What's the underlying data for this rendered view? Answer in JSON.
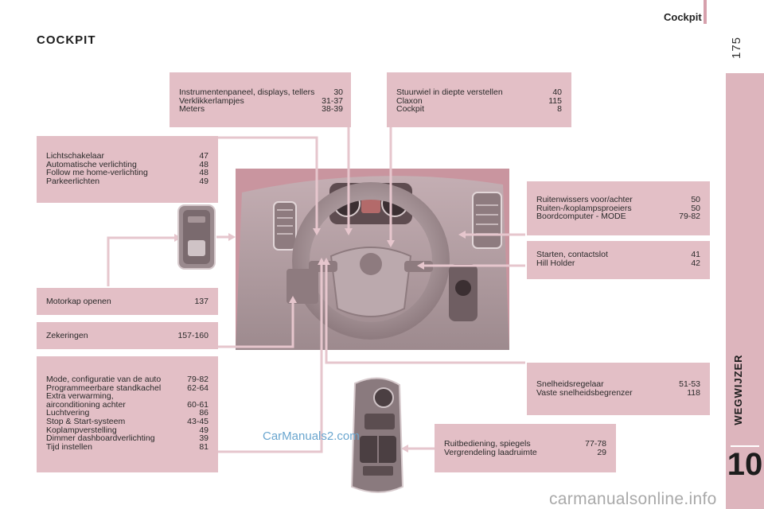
{
  "header": {
    "title": "Cockpit",
    "page_number": "175"
  },
  "side_tab": {
    "title": "WEGWIJZER",
    "chapter_number": "10"
  },
  "section_title": "COCKPIT",
  "boxes": {
    "instruments": [
      {
        "label": "Instrumentenpaneel, displays, tellers",
        "page": "30"
      },
      {
        "label": "Verklikkerlampjes",
        "page": "31-37"
      },
      {
        "label": "Meters",
        "page": "38-39"
      }
    ],
    "steering": [
      {
        "label": "Stuurwiel in diepte verstellen",
        "page": "40"
      },
      {
        "label": "Claxon",
        "page": "115"
      },
      {
        "label": "Cockpit",
        "page": "8"
      }
    ],
    "lights": [
      {
        "label": "Lichtschakelaar",
        "page": "47"
      },
      {
        "label": "Automatische verlichting",
        "page": "48"
      },
      {
        "label": "Follow me home-verlichting",
        "page": "48"
      },
      {
        "label": "Parkeerlichten",
        "page": "49"
      }
    ],
    "wipers": [
      {
        "label": "Ruitenwissers voor/achter",
        "page": "50"
      },
      {
        "label": "Ruiten-/koplampsproeiers",
        "page": "50"
      },
      {
        "label": "Boordcomputer - MODE",
        "page": "79-82"
      }
    ],
    "starting": [
      {
        "label": "Starten, contactslot",
        "page": "41"
      },
      {
        "label": "Hill Holder",
        "page": "42"
      }
    ],
    "bonnet": [
      {
        "label": "Motorkap openen",
        "page": "137"
      }
    ],
    "fuses": [
      {
        "label": "Zekeringen",
        "page": "157-160"
      }
    ],
    "climate": [
      {
        "label": "Mode, configuratie van de auto",
        "page": "79-82"
      },
      {
        "label": "Programmeerbare standkachel",
        "page": "62-64"
      },
      {
        "label": "Extra verwarming,",
        "page": ""
      },
      {
        "label": "airconditioning achter",
        "page": "60-61"
      },
      {
        "label": "Luchtvering",
        "page": "86"
      },
      {
        "label": "Stop & Start-systeem",
        "page": "43-45"
      },
      {
        "label": "Koplampverstelling",
        "page": "49"
      },
      {
        "label": "Dimmer dashboardverlichting",
        "page": "39"
      },
      {
        "label": "Tijd instellen",
        "page": "81"
      }
    ],
    "cruise": [
      {
        "label": "Snelheidsregelaar",
        "page": "51-53"
      },
      {
        "label": "Vaste snelheidsbegrenzer",
        "page": "118"
      }
    ],
    "windows": [
      {
        "label": "Ruitbediening, spiegels",
        "page": "77-78"
      },
      {
        "label": "Vergrendeling laadruimte",
        "page": "29"
      }
    ]
  },
  "watermark": "CarManuals2.com",
  "footer_watermark": "carmanualsonline.info",
  "colors": {
    "box_fill": "#e3bfc6",
    "tab_fill": "#ddb5bd",
    "photo_bg": "#c9959f",
    "connector": "#e6c6cd"
  },
  "icons": {
    "headlamp_switch": "headlamp-switch-icon",
    "window_panel": "window-switch-panel-icon",
    "dashboard": "dashboard-photo"
  }
}
